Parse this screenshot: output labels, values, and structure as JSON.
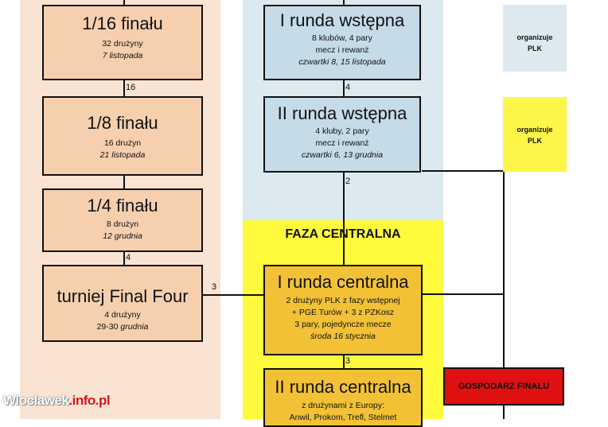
{
  "colors": {
    "left_bg": "#f9e3d2",
    "left_box": "#f6cfae",
    "right_bg": "#dce9ef",
    "right_box": "#c5dbe7",
    "central_bg": "#fffa3c",
    "central_box": "#f2c135",
    "legend_blue": "#dde9ef",
    "legend_yellow": "#fdf548",
    "host": "#e01010"
  },
  "left_column": [
    {
      "title": "1/16 finału",
      "lines": [
        "32 drużyny"
      ],
      "italic": "7 listopada"
    },
    {
      "title": "1/8 finału",
      "lines": [
        "16 drużyn"
      ],
      "italic": "21 listopada"
    },
    {
      "title": "1/4 finału",
      "lines": [
        "8 drużyn"
      ],
      "italic": "12 grudnia"
    },
    {
      "title": "turniej Final Four",
      "lines": [
        "4 drużyny"
      ],
      "date_prefix": "29-30",
      "date_italic": "grudnia"
    }
  ],
  "left_connectors": [
    "16",
    "4",
    "3"
  ],
  "preliminary": [
    {
      "title": "I runda wstępna",
      "lines": [
        "8 klubów, 4 pary",
        "mecz i rewanż"
      ],
      "italic": "czwartki 8, 15 listopada"
    },
    {
      "title": "II runda wstępna",
      "lines": [
        "4 kluby, 2 pary",
        "mecz i rewanż"
      ],
      "italic": "czwartki 6, 13 grudnia"
    }
  ],
  "right_connectors": [
    "4",
    "2",
    "3"
  ],
  "central_phase_title": "FAZA CENTRALNA",
  "central": [
    {
      "title": "I runda centralna",
      "lines": [
        "2 drużyny PLK z fazy wstępnej",
        "+ PGE Turów + 3 z PZKosz",
        "3 pary, pojedyncze mecze"
      ],
      "italic": "środa 16 stycznia"
    },
    {
      "title": "II runda centralna",
      "lines": [
        "z drużynami z Europy:",
        "Anwil, Prokom, Trefl, Stelmet"
      ]
    }
  ],
  "legend": [
    {
      "text_lines": [
        "organizuje",
        "PLK"
      ]
    },
    {
      "text_lines": [
        "organizuje",
        "PLK"
      ]
    }
  ],
  "host_label": "GOSPODARZ FINAŁU",
  "watermark": {
    "main": "Wloclawek",
    "suffix": ".info.pl"
  }
}
